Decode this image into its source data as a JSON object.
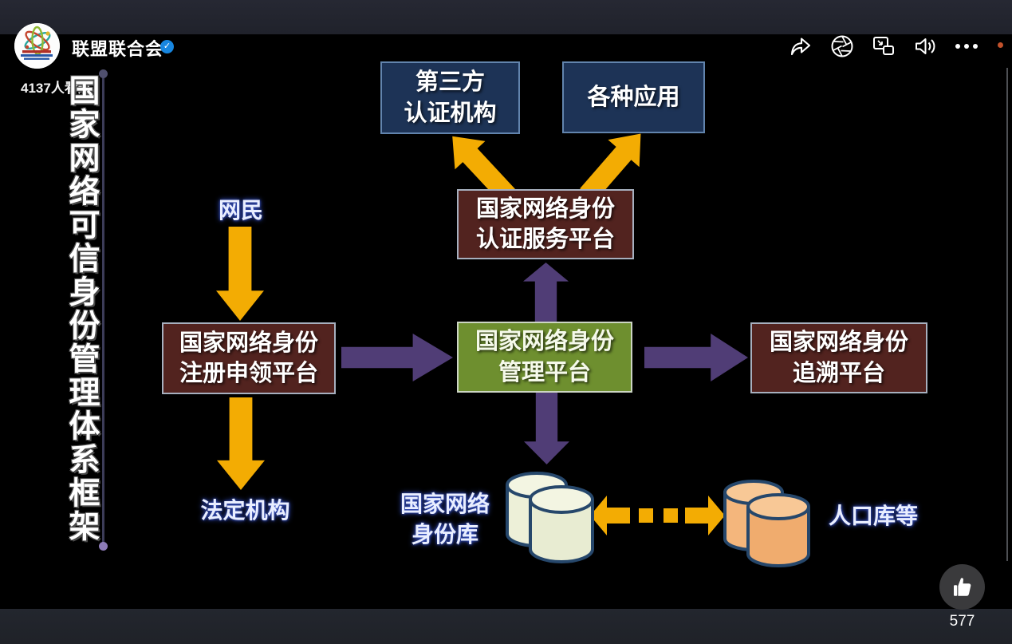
{
  "header": {
    "channel_name": "联盟联合会",
    "verified_badge": "✓",
    "views": "4137人看过"
  },
  "controls": {
    "share_icon": "share-arrow",
    "effects_icon": "aperture",
    "pip_icon": "picture-in-picture",
    "volume_icon": "speaker",
    "more_icon": "ellipsis",
    "recording_dot_color": "#c2512b",
    "like_icon": "thumbs-up",
    "like_count": "577"
  },
  "slide": {
    "vertical_title": "国家网络可信身份管理体系框架",
    "boxes": {
      "third_party": {
        "line1": "第三方",
        "line2": "认证机构"
      },
      "apps": {
        "line1": "各种应用"
      },
      "auth_service": {
        "line1": "国家网络身份",
        "line2": "认证服务平台"
      },
      "register": {
        "line1": "国家网络身份",
        "line2": "注册申领平台"
      },
      "manage": {
        "line1": "国家网络身份",
        "line2": "管理平台"
      },
      "trace": {
        "line1": "国家网络身份",
        "line2": "追溯平台"
      }
    },
    "labels": {
      "netizen": "网民",
      "legal_org": "法定机构",
      "identity_db_line1": "国家网络",
      "identity_db_line2": "身份库",
      "population_db": "人口库等"
    },
    "colors": {
      "arrow_yellow": "#f3ac03",
      "arrow_purple": "#503d76",
      "box_navy": "#1d3356",
      "box_maroon": "#52231f",
      "box_green": "#6e8f2f",
      "db_cream": "#edf0d8",
      "db_orange": "#f4b67c",
      "db_outline": "#26476b",
      "label_blue_glow": "#3a57d0"
    }
  }
}
